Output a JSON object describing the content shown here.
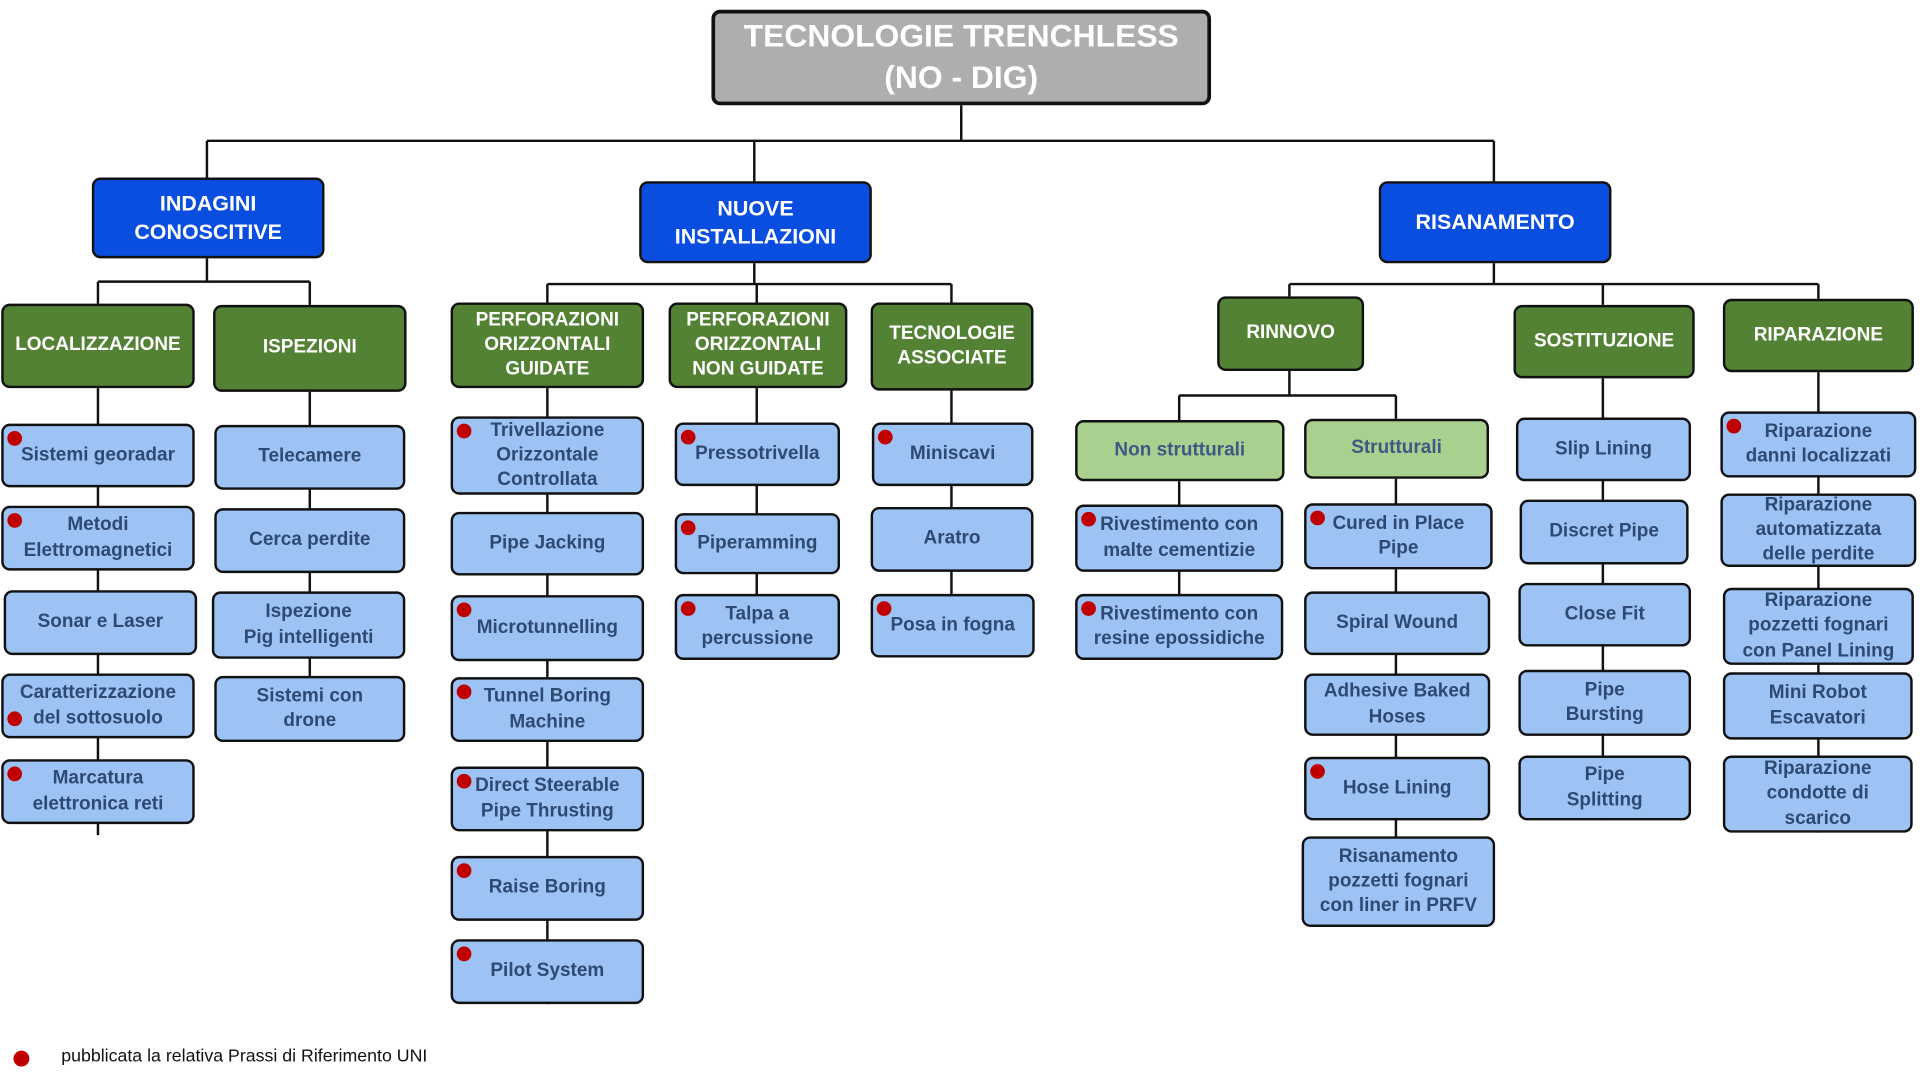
{
  "title": "TECNOLOGIE TRENCHLESS\n(NO - DIG)",
  "categories": [
    "INDAGINI\nCONOSCITIVE",
    "NUOVE\nINSTALLAZIONI",
    "RISANAMENTO"
  ],
  "subcategories": [
    "LOCALIZZAZIONE",
    "ISPEZIONI",
    "PERFORAZIONI\nORIZZONTALI\nGUIDATE",
    "PERFORAZIONI\nORIZZONTALI\nNON GUIDATE",
    "TECNOLOGIE\nASSOCIATE",
    "RINNOVO",
    "SOSTITUZIONE",
    "RIPARAZIONE"
  ],
  "rinnovo_types": [
    "Non strutturali",
    "Strutturali"
  ],
  "leaves": [
    {
      "label": "Sistemi georadar",
      "uni": true
    },
    {
      "label": "Metodi\nElettromagnetici",
      "uni": true
    },
    {
      "label": "Sonar e Laser",
      "uni": false
    },
    {
      "label": "Caratterizzazione\ndel sottosuolo",
      "uni": true
    },
    {
      "label": "Marcatura\nelettronica reti",
      "uni": true
    },
    {
      "label": "Telecamere",
      "uni": false
    },
    {
      "label": "Cerca perdite",
      "uni": false
    },
    {
      "label": "Ispezione\nPig intelligenti",
      "uni": false
    },
    {
      "label": "Sistemi con\ndrone",
      "uni": false
    },
    {
      "label": "Trivellazione\nOrizzontale\nControllata",
      "uni": true
    },
    {
      "label": "Pipe Jacking",
      "uni": false
    },
    {
      "label": "Microtunnelling",
      "uni": true
    },
    {
      "label": "Tunnel Boring\nMachine",
      "uni": true
    },
    {
      "label": "Direct Steerable\nPipe Thrusting",
      "uni": true
    },
    {
      "label": "Raise Boring",
      "uni": true
    },
    {
      "label": "Pilot System",
      "uni": true
    },
    {
      "label": "Pressotrivella",
      "uni": true
    },
    {
      "label": "Piperamming",
      "uni": true
    },
    {
      "label": "Talpa a\npercussione",
      "uni": true
    },
    {
      "label": "Miniscavi",
      "uni": true
    },
    {
      "label": "Aratro",
      "uni": false
    },
    {
      "label": "Posa in fogna",
      "uni": true
    },
    {
      "label": "Rivestimento con\nmalte cementizie",
      "uni": true
    },
    {
      "label": "Rivestimento con\nresine epossidiche",
      "uni": true
    },
    {
      "label": "Cured in Place\nPipe",
      "uni": true
    },
    {
      "label": "Spiral Wound",
      "uni": false
    },
    {
      "label": "Adhesive Baked\nHoses",
      "uni": false
    },
    {
      "label": "Hose Lining",
      "uni": true
    },
    {
      "label": "Risanamento\npozzetti fognari\ncon liner in PRFV",
      "uni": false
    },
    {
      "label": "Slip Lining",
      "uni": false
    },
    {
      "label": "Discret Pipe",
      "uni": false
    },
    {
      "label": "Close Fit",
      "uni": false
    },
    {
      "label": "Pipe\nBursting",
      "uni": false
    },
    {
      "label": "Pipe\nSplitting",
      "uni": false
    },
    {
      "label": "Riparazione\ndanni localizzati",
      "uni": true
    },
    {
      "label": "Riparazione\nautomatizzata\ndelle perdite",
      "uni": false
    },
    {
      "label": "Riparazione\npozzetti fognari\ncon Panel Lining",
      "uni": false
    },
    {
      "label": "Mini Robot\nEscavatori",
      "uni": false
    },
    {
      "label": "Riparazione\ncondotte di\nscarico",
      "uni": false
    }
  ],
  "legend": "pubblicata la relativa Prassi di Riferimento UNI",
  "colors": {
    "root": "#aeaeae",
    "category": "#0a4ee0",
    "subcategory": "#548235",
    "subcategory_light": "#a9d08e",
    "leaf": "#9dc3f5",
    "marker": "#c00000"
  }
}
